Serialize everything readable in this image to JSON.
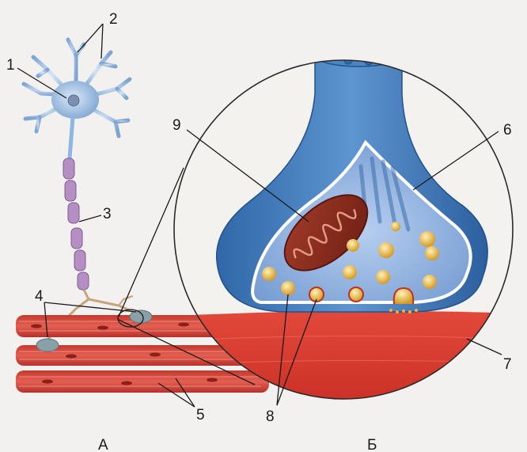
{
  "labels": {
    "l1": "1",
    "l2": "2",
    "l3": "3",
    "l4": "4",
    "l5": "5",
    "l6": "6",
    "l7": "7",
    "l8": "8",
    "l9": "9"
  },
  "panels": {
    "a": "А",
    "b": "Б"
  },
  "colors": {
    "neuron": "#8fb6e0",
    "terminal": "#3f78b8",
    "muscle": "#d8392c",
    "mitochondrion": "#8a2a1c",
    "vesicle": "#e7b53a",
    "myelin": "#b58fc4"
  }
}
